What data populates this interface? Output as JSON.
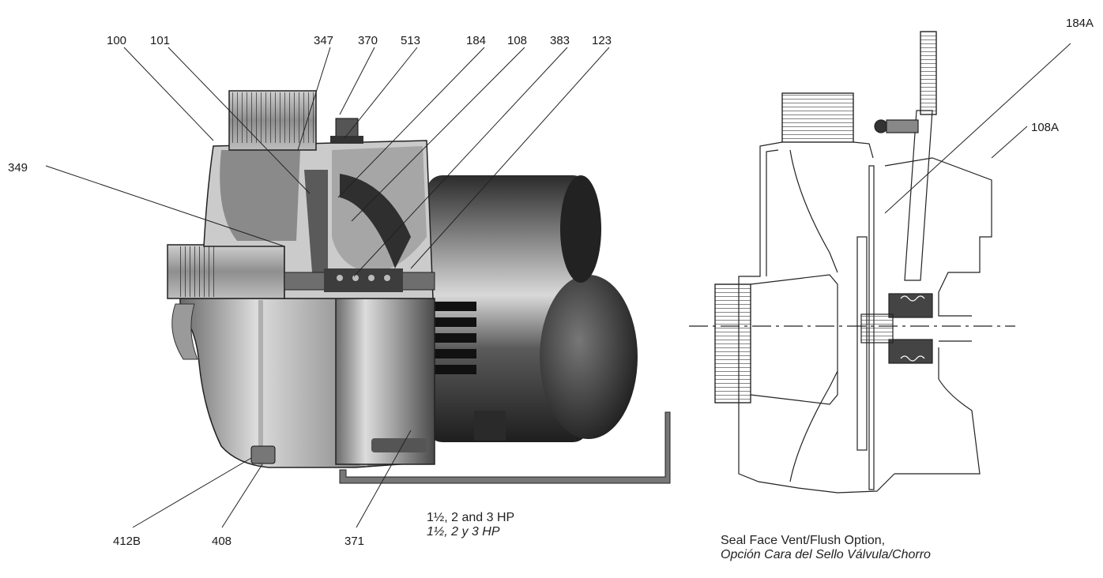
{
  "left_figure": {
    "callouts": {
      "c100": "100",
      "c101": "101",
      "c347": "347",
      "c370": "370",
      "c513": "513",
      "c184": "184",
      "c108": "108",
      "c383": "383",
      "c123": "123",
      "c349": "349",
      "c412B": "412B",
      "c408": "408",
      "c371": "371"
    },
    "caption_en": "1½, 2 and 3 HP",
    "caption_es": "1½, 2 y 3 HP"
  },
  "right_figure": {
    "callouts": {
      "c184A": "184A",
      "c108A": "108A"
    },
    "caption_en": "Seal Face Vent/Flush Option,",
    "caption_es": "Opción Cara del Sello Válvula/Chorro"
  },
  "colors": {
    "ink": "#1a1a1a",
    "metal_light": "#e4e4e4",
    "metal_dark": "#3a3a3a"
  }
}
